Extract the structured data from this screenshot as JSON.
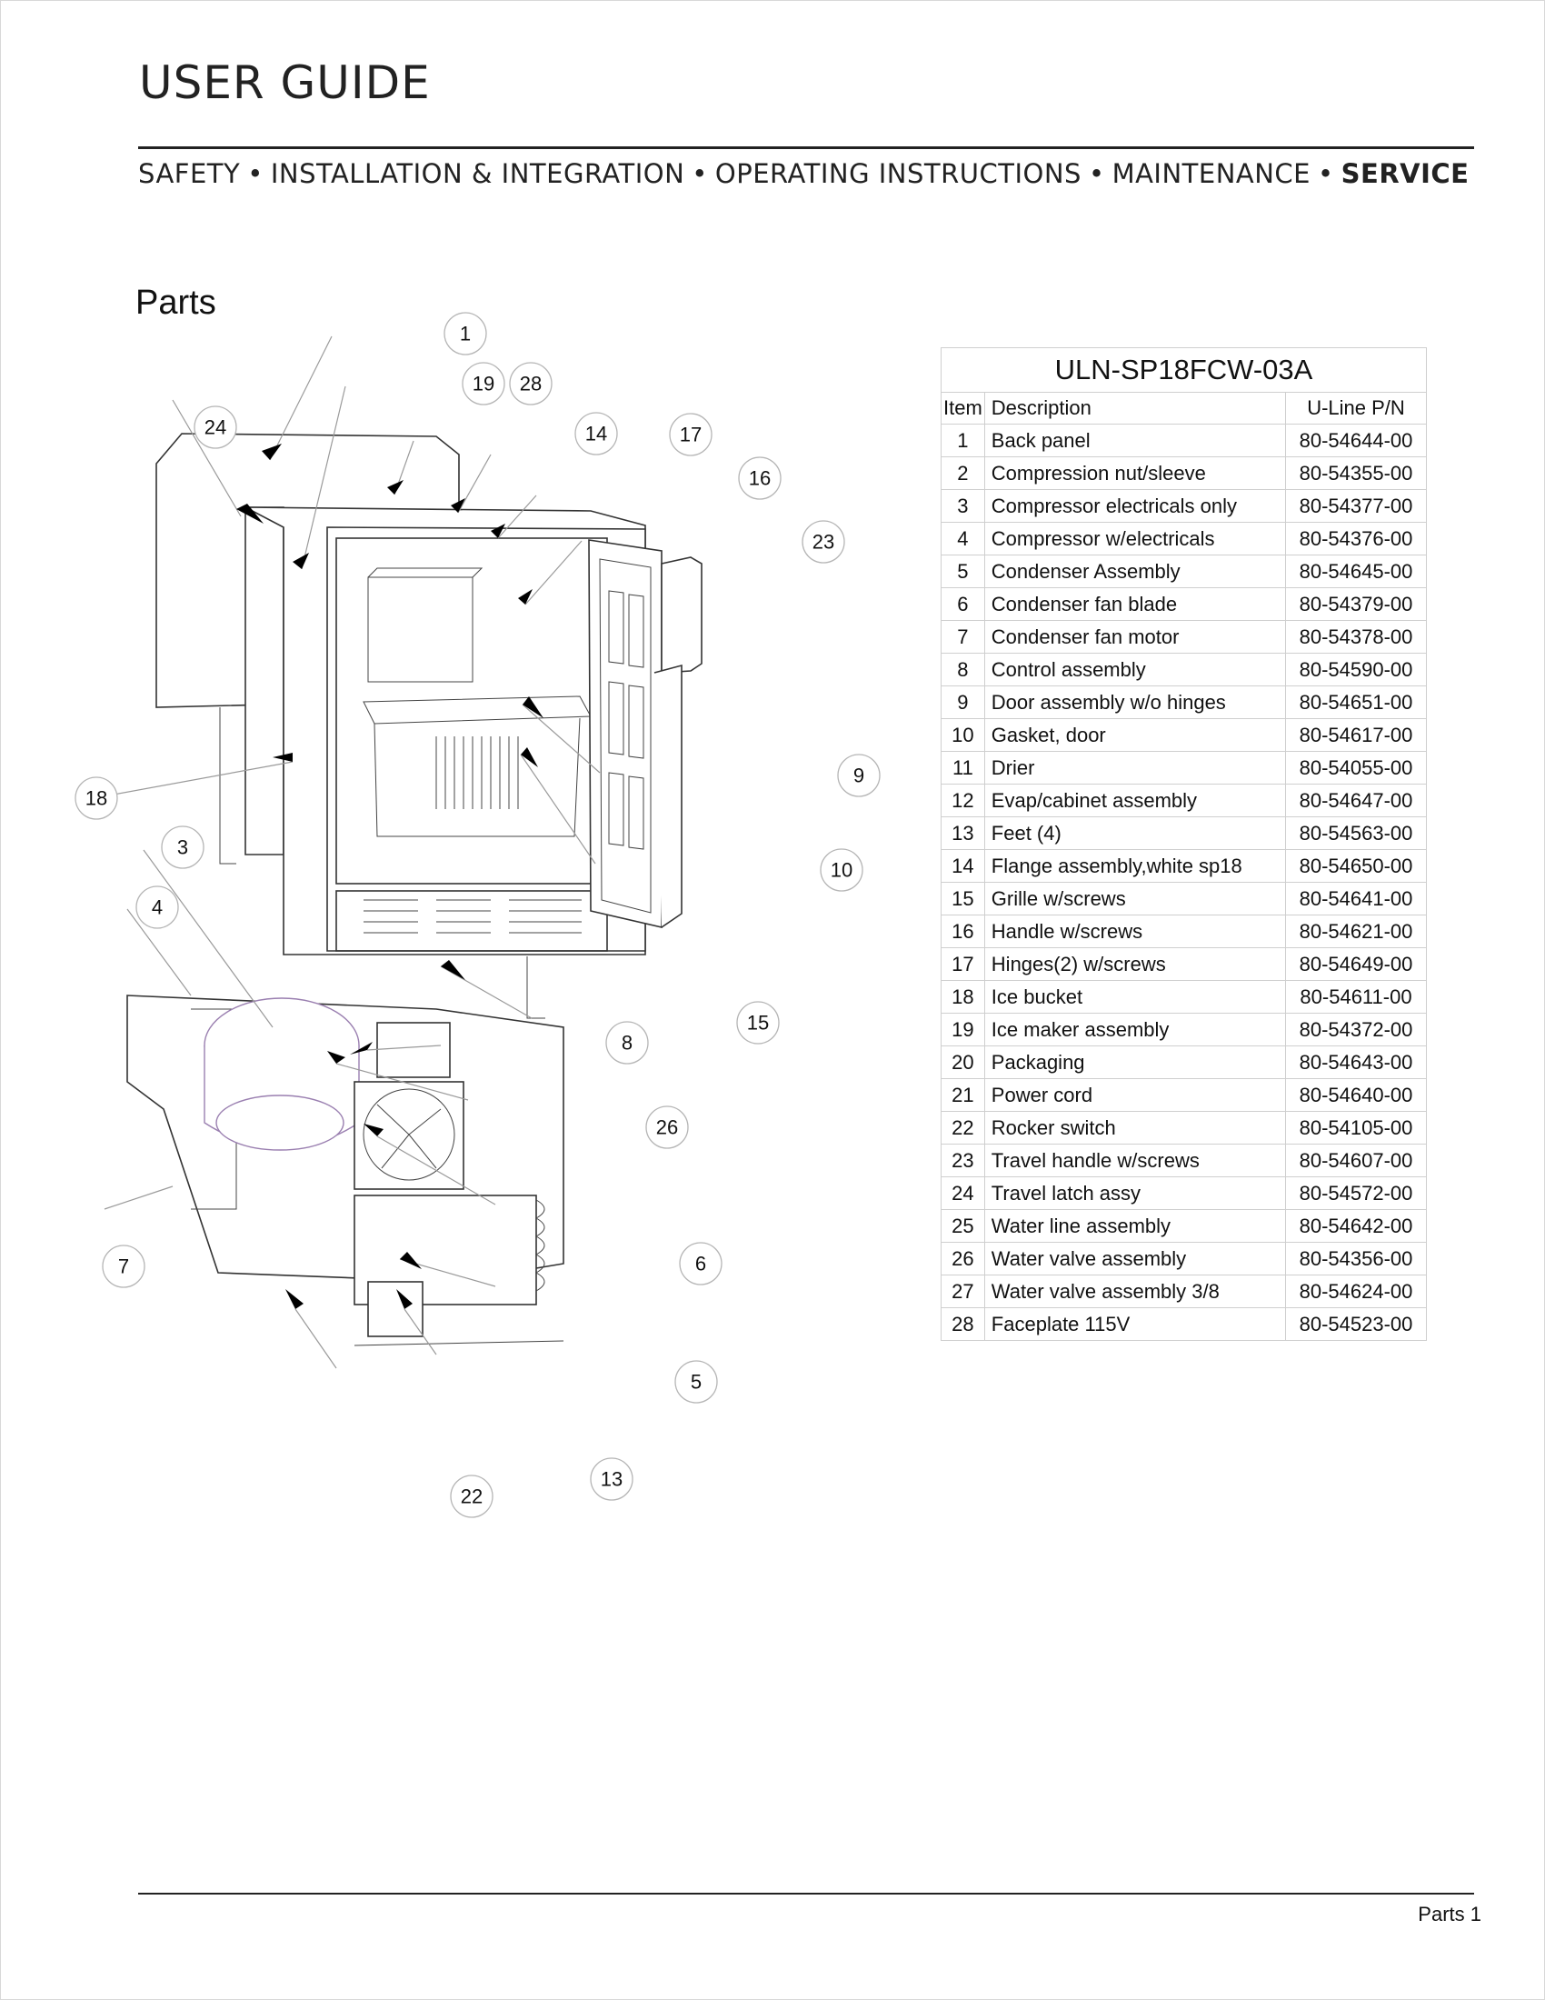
{
  "header": {
    "title": "USER GUIDE",
    "nav": [
      "SAFETY",
      "INSTALLATION & INTEGRATION",
      "OPERATING INSTRUCTIONS",
      "MAINTENANCE",
      "SERVICE"
    ],
    "separator": "•",
    "active_index": 4
  },
  "section": {
    "title": "Parts"
  },
  "diagram": {
    "callouts": [
      "1",
      "19",
      "28",
      "24",
      "14",
      "17",
      "16",
      "23",
      "9",
      "18",
      "3",
      "10",
      "4",
      "15",
      "8",
      "26",
      "6",
      "7",
      "5",
      "22",
      "13"
    ]
  },
  "table": {
    "model": "ULN-SP18FCW-03A",
    "headers": {
      "item": "Item",
      "description": "Description",
      "pn": "U-Line P/N"
    },
    "rows": [
      {
        "item": "1",
        "description": "Back panel",
        "pn": "80-54644-00"
      },
      {
        "item": "2",
        "description": "Compression nut/sleeve",
        "pn": "80-54355-00"
      },
      {
        "item": "3",
        "description": "Compressor electricals only",
        "pn": "80-54377-00"
      },
      {
        "item": "4",
        "description": "Compressor w/electricals",
        "pn": "80-54376-00"
      },
      {
        "item": "5",
        "description": "Condenser Assembly",
        "pn": "80-54645-00"
      },
      {
        "item": "6",
        "description": "Condenser fan blade",
        "pn": "80-54379-00"
      },
      {
        "item": "7",
        "description": "Condenser fan motor",
        "pn": "80-54378-00"
      },
      {
        "item": "8",
        "description": "Control assembly",
        "pn": "80-54590-00"
      },
      {
        "item": "9",
        "description": "Door assembly w/o hinges",
        "pn": "80-54651-00"
      },
      {
        "item": "10",
        "description": "Gasket, door",
        "pn": "80-54617-00"
      },
      {
        "item": "11",
        "description": "Drier",
        "pn": "80-54055-00"
      },
      {
        "item": "12",
        "description": "Evap/cabinet assembly",
        "pn": "80-54647-00"
      },
      {
        "item": "13",
        "description": "Feet (4)",
        "pn": "80-54563-00"
      },
      {
        "item": "14",
        "description": "Flange assembly,white sp18",
        "pn": "80-54650-00"
      },
      {
        "item": "15",
        "description": "Grille w/screws",
        "pn": "80-54641-00"
      },
      {
        "item": "16",
        "description": "Handle w/screws",
        "pn": "80-54621-00"
      },
      {
        "item": "17",
        "description": "Hinges(2) w/screws",
        "pn": "80-54649-00"
      },
      {
        "item": "18",
        "description": "Ice bucket",
        "pn": "80-54611-00"
      },
      {
        "item": "19",
        "description": "Ice maker assembly",
        "pn": "80-54372-00"
      },
      {
        "item": "20",
        "description": "Packaging",
        "pn": "80-54643-00"
      },
      {
        "item": "21",
        "description": "Power cord",
        "pn": "80-54640-00"
      },
      {
        "item": "22",
        "description": "Rocker switch",
        "pn": "80-54105-00"
      },
      {
        "item": "23",
        "description": "Travel handle w/screws",
        "pn": "80-54607-00"
      },
      {
        "item": "24",
        "description": "Travel latch assy",
        "pn": "80-54572-00"
      },
      {
        "item": "25",
        "description": "Water line assembly",
        "pn": "80-54642-00"
      },
      {
        "item": "26",
        "description": "Water valve assembly",
        "pn": "80-54356-00"
      },
      {
        "item": "27",
        "description": "Water valve assembly 3/8",
        "pn": "80-54624-00"
      },
      {
        "item": "28",
        "description": "Faceplate 115V",
        "pn": "80-54523-00"
      }
    ]
  },
  "footer": {
    "page_label": "Parts 1"
  }
}
